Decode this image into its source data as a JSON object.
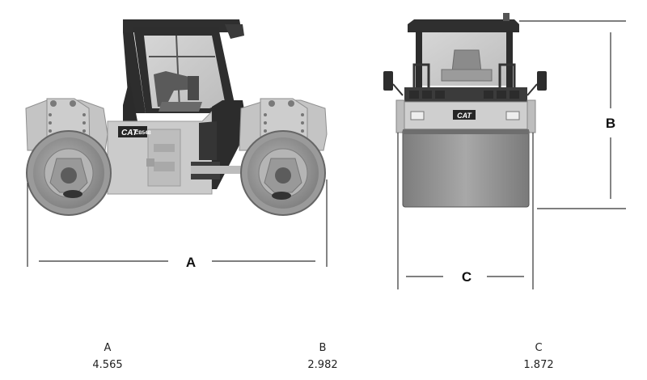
{
  "machine": {
    "brand": "CAT",
    "model": "CB54B"
  },
  "dimensions": [
    {
      "label": "A",
      "value": "4.565"
    },
    {
      "label": "B",
      "value": "2.982"
    },
    {
      "label": "C",
      "value": "1.872"
    }
  ],
  "colors": {
    "body": "#c9c9c9",
    "drum": "#8e8e8e",
    "dark": "#2b2b2b",
    "line": "#333333"
  }
}
